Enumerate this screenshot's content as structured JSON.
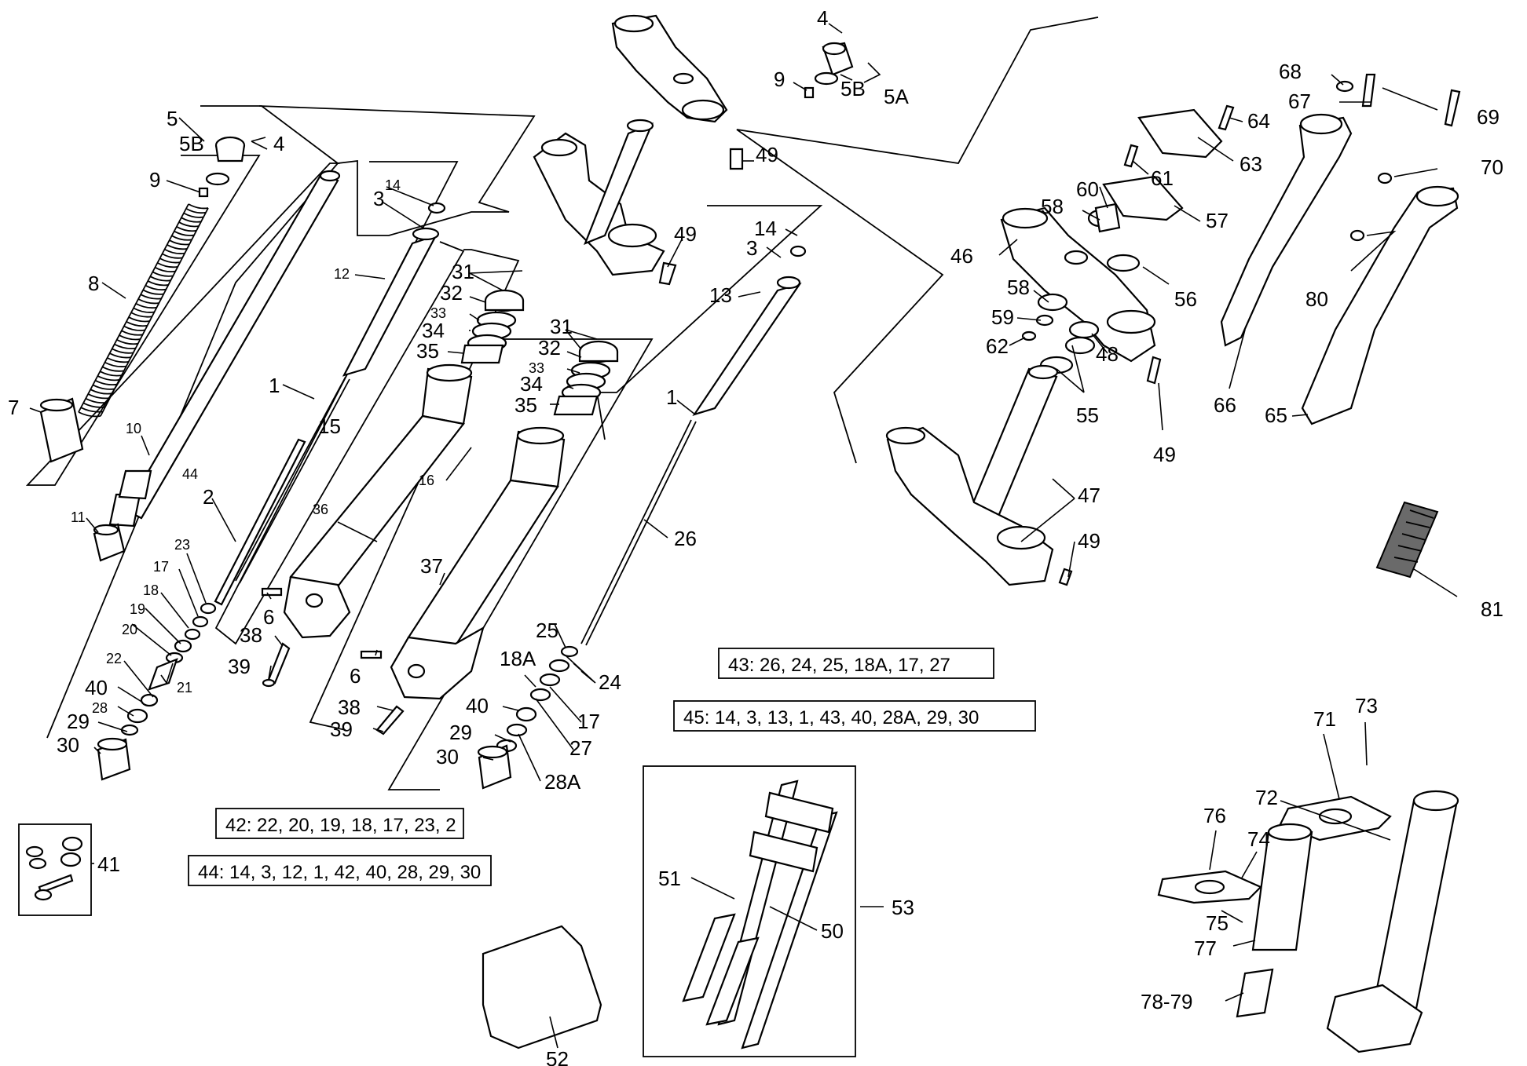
{
  "labels": [
    {
      "id": "l4a",
      "text": "4"
    },
    {
      "id": "l9a",
      "text": "9"
    },
    {
      "id": "l5Ba",
      "text": "5B"
    },
    {
      "id": "l5A",
      "text": "5A"
    },
    {
      "id": "l5",
      "text": "5"
    },
    {
      "id": "l5B",
      "text": "5B"
    },
    {
      "id": "l4",
      "text": "4"
    },
    {
      "id": "l9",
      "text": "9"
    },
    {
      "id": "l8",
      "text": "8"
    },
    {
      "id": "l7",
      "text": "7"
    },
    {
      "id": "l10",
      "text": "10"
    },
    {
      "id": "l11",
      "text": "11"
    },
    {
      "id": "l14a",
      "text": "14"
    },
    {
      "id": "l3a",
      "text": "3"
    },
    {
      "id": "l12",
      "text": "12"
    },
    {
      "id": "l1a",
      "text": "1"
    },
    {
      "id": "l15",
      "text": "15"
    },
    {
      "id": "l44",
      "text": "44"
    },
    {
      "id": "l2",
      "text": "2"
    },
    {
      "id": "l23",
      "text": "23"
    },
    {
      "id": "l17a",
      "text": "17"
    },
    {
      "id": "l18",
      "text": "18"
    },
    {
      "id": "l19",
      "text": "19"
    },
    {
      "id": "l20",
      "text": "20"
    },
    {
      "id": "l22",
      "text": "22"
    },
    {
      "id": "l21",
      "text": "21"
    },
    {
      "id": "l40a",
      "text": "40"
    },
    {
      "id": "l28",
      "text": "28"
    },
    {
      "id": "l29a",
      "text": "29"
    },
    {
      "id": "l30a",
      "text": "30"
    },
    {
      "id": "l31a",
      "text": "31"
    },
    {
      "id": "l32a",
      "text": "32"
    },
    {
      "id": "l33a",
      "text": "33"
    },
    {
      "id": "l34a",
      "text": "34"
    },
    {
      "id": "l35a",
      "text": "35"
    },
    {
      "id": "l36",
      "text": "36"
    },
    {
      "id": "l6a",
      "text": "6"
    },
    {
      "id": "l38a",
      "text": "38"
    },
    {
      "id": "l39a",
      "text": "39"
    },
    {
      "id": "l16",
      "text": "16"
    },
    {
      "id": "l31b",
      "text": "31"
    },
    {
      "id": "l32b",
      "text": "32"
    },
    {
      "id": "l33b",
      "text": "33"
    },
    {
      "id": "l34b",
      "text": "34"
    },
    {
      "id": "l35b",
      "text": "35"
    },
    {
      "id": "l37",
      "text": "37"
    },
    {
      "id": "l6b",
      "text": "6"
    },
    {
      "id": "l38b",
      "text": "38"
    },
    {
      "id": "l39b",
      "text": "39"
    },
    {
      "id": "l14b",
      "text": "14"
    },
    {
      "id": "l3b",
      "text": "3"
    },
    {
      "id": "l13",
      "text": "13"
    },
    {
      "id": "l1b",
      "text": "1"
    },
    {
      "id": "l26",
      "text": "26"
    },
    {
      "id": "l25",
      "text": "25"
    },
    {
      "id": "l18A",
      "text": "18A"
    },
    {
      "id": "l24",
      "text": "24"
    },
    {
      "id": "l40b",
      "text": "40"
    },
    {
      "id": "l17b",
      "text": "17"
    },
    {
      "id": "l27",
      "text": "27"
    },
    {
      "id": "l29b",
      "text": "29"
    },
    {
      "id": "l30b",
      "text": "30"
    },
    {
      "id": "l28A",
      "text": "28A"
    },
    {
      "id": "l49a",
      "text": "49"
    },
    {
      "id": "l49b",
      "text": "49"
    },
    {
      "id": "l68",
      "text": "68"
    },
    {
      "id": "l67",
      "text": "67"
    },
    {
      "id": "l69",
      "text": "69"
    },
    {
      "id": "l64",
      "text": "64"
    },
    {
      "id": "l63",
      "text": "63"
    },
    {
      "id": "l61",
      "text": "61"
    },
    {
      "id": "l60",
      "text": "60"
    },
    {
      "id": "l58a",
      "text": "58"
    },
    {
      "id": "l57",
      "text": "57"
    },
    {
      "id": "l46",
      "text": "46"
    },
    {
      "id": "l56",
      "text": "56"
    },
    {
      "id": "l58b",
      "text": "58"
    },
    {
      "id": "l59",
      "text": "59"
    },
    {
      "id": "l62",
      "text": "62"
    },
    {
      "id": "l48",
      "text": "48"
    },
    {
      "id": "l55",
      "text": "55"
    },
    {
      "id": "l49c",
      "text": "49"
    },
    {
      "id": "l47",
      "text": "47"
    },
    {
      "id": "l49d",
      "text": "49"
    },
    {
      "id": "l70",
      "text": "70"
    },
    {
      "id": "l80",
      "text": "80"
    },
    {
      "id": "l66",
      "text": "66"
    },
    {
      "id": "l65",
      "text": "65"
    },
    {
      "id": "l81",
      "text": "81"
    },
    {
      "id": "l41",
      "text": "41"
    },
    {
      "id": "l51",
      "text": "51"
    },
    {
      "id": "l50",
      "text": "50"
    },
    {
      "id": "l53",
      "text": "53"
    },
    {
      "id": "l52",
      "text": "52"
    },
    {
      "id": "l71",
      "text": "71"
    },
    {
      "id": "l73",
      "text": "73"
    },
    {
      "id": "l72",
      "text": "72"
    },
    {
      "id": "l76",
      "text": "76"
    },
    {
      "id": "l74",
      "text": "74"
    },
    {
      "id": "l75",
      "text": "75"
    },
    {
      "id": "l77",
      "text": "77"
    },
    {
      "id": "l7879",
      "text": "78-79"
    }
  ],
  "kits": {
    "k43": "43: 26, 24, 25, 18A, 17, 27",
    "k45": "45: 14, 3, 13, 1, 43, 40, 28A, 29, 30",
    "k42": "42: 22, 20, 19, 18, 17, 23, 2",
    "k44": "44: 14, 3, 12, 1, 42, 40, 28, 29, 30"
  }
}
